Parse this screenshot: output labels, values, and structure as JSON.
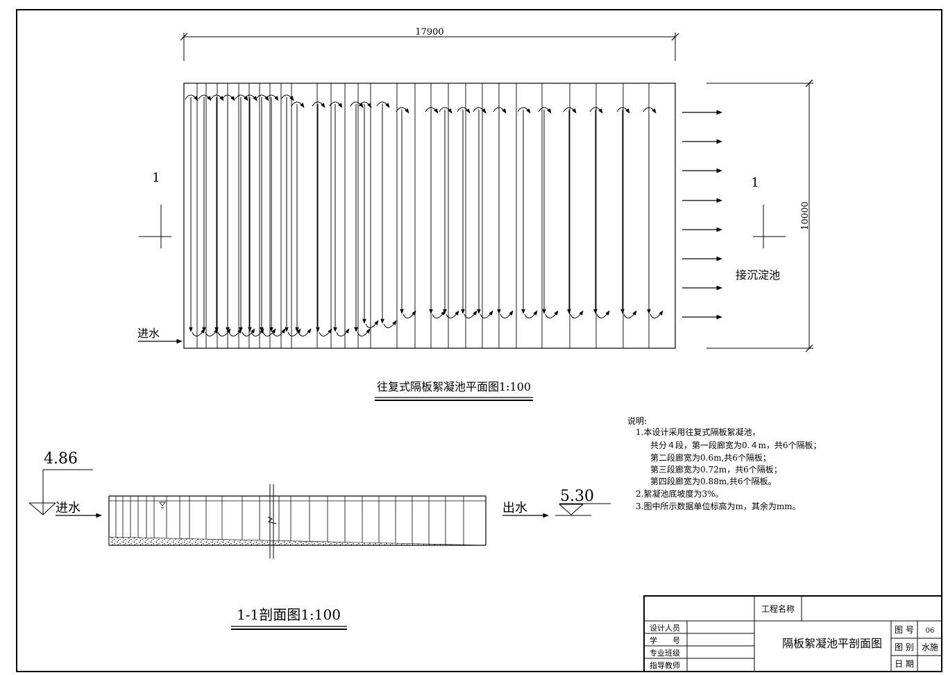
{
  "plan": {
    "dimension_width": "17900",
    "dimension_height": "10000",
    "section_mark_left": "1",
    "section_mark_right": "1",
    "inlet_label": "进水",
    "outlet_label": "接沉淀池",
    "title": "往复式隔板絮凝池平面图1:100"
  },
  "section": {
    "inlet_level": "4.86",
    "inlet_label": "进水",
    "outlet_label": "出水",
    "outlet_level": "5.30",
    "title": "1-1剖面图1:100"
  },
  "notes": {
    "heading": "说明:",
    "lines": [
      "1.本设计采用往复式隔板絮凝池，",
      "共分４段，第一段廊宽为0.４m，共6个隔板；",
      "第二段廊宽为0.6m,共6个隔板；",
      "第三段廊宽为0.72m，共6个隔板；",
      "第四段廊宽为0.88m,共6个隔板。",
      "2.絮凝池底坡度为3%。",
      "3.图中所示数据单位标高为m，其余为mm。"
    ]
  },
  "title_block": {
    "project_name_label": "工程名称",
    "designer_label": "设计人员",
    "student_id_label": "学　　号",
    "class_label": "专业班级",
    "advisor_label": "指导教师",
    "drawing_title": "隔板絮凝池平剖面图",
    "drawing_no_label": "图 号",
    "drawing_no_value": "06",
    "drawing_type_label": "图 别",
    "drawing_type_value": "水施",
    "date_label": "日 期"
  }
}
